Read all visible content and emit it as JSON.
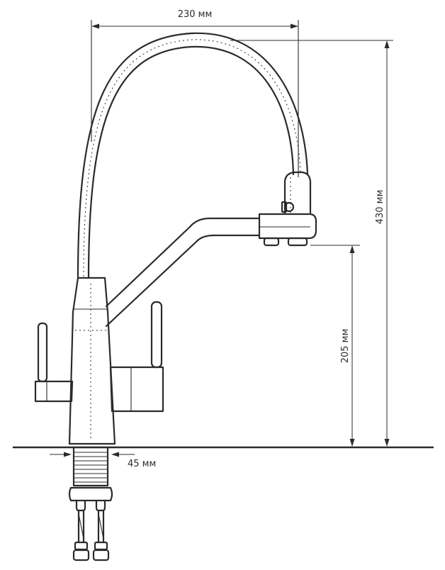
{
  "dimensions": {
    "width_label": "230 мм",
    "height_label": "430 мм",
    "spout_height_label": "205 мм",
    "base_diameter_label": "45 мм"
  },
  "colors": {
    "line": "#2b2b2b",
    "background": "#ffffff"
  }
}
